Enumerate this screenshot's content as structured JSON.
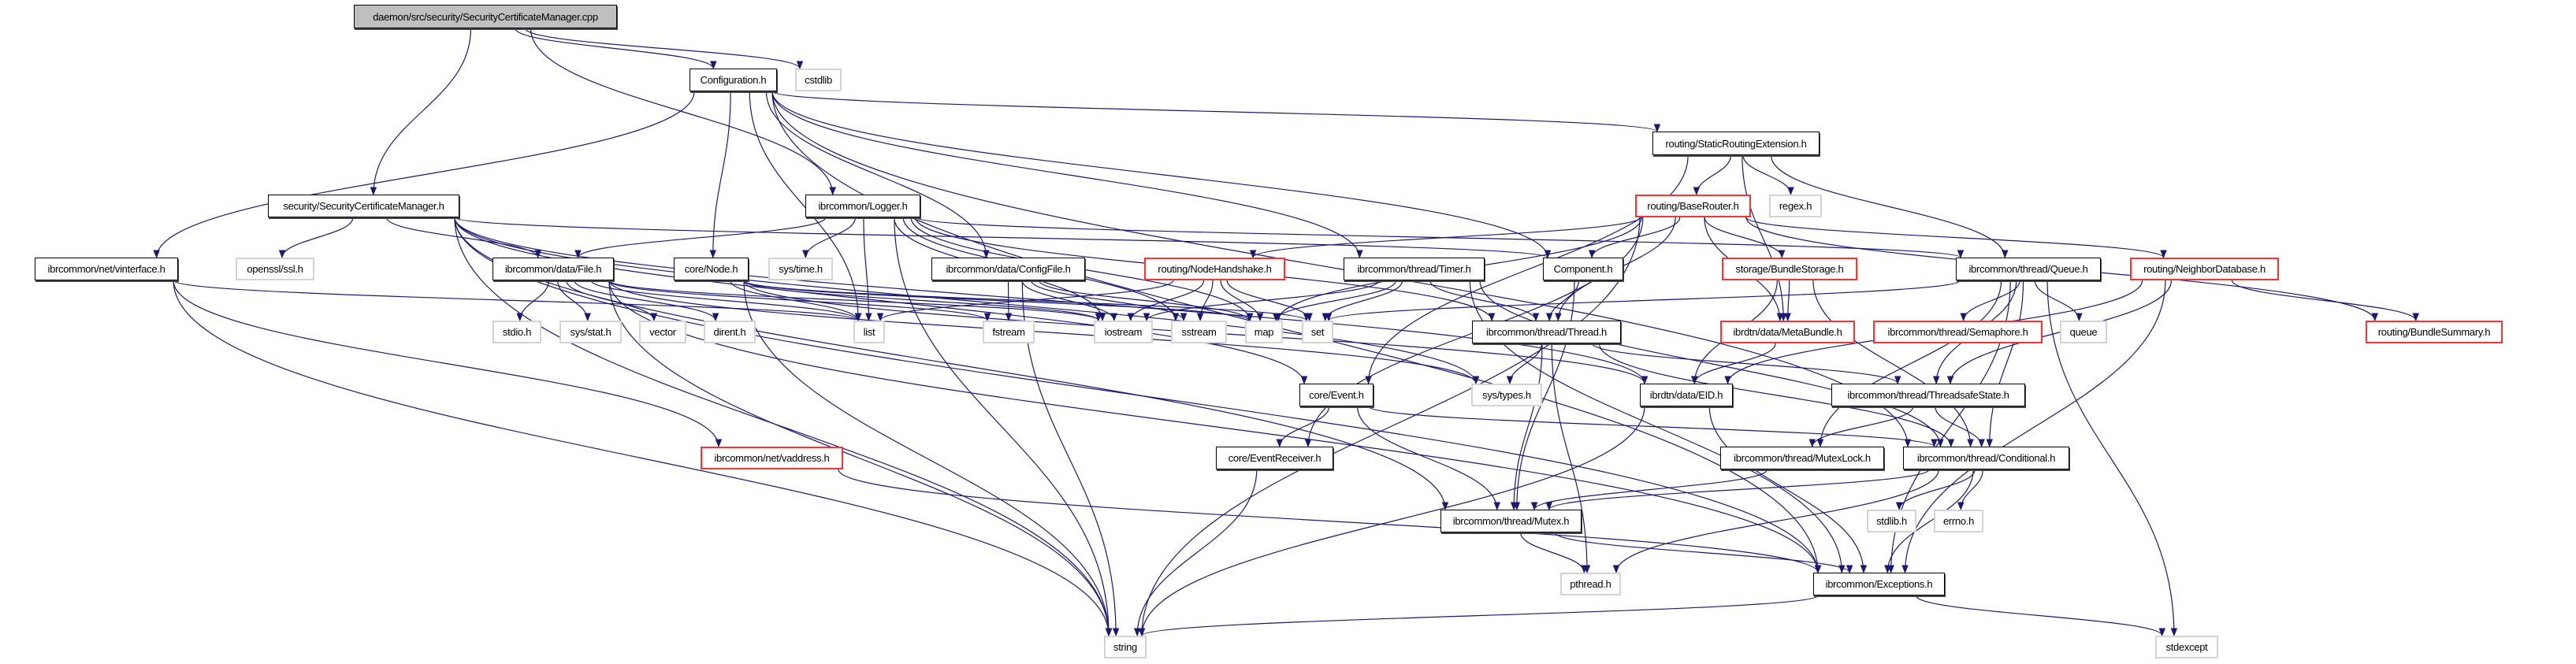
{
  "colors": {
    "edge": "#191970",
    "root_fill": "#bfbfbf",
    "truncated_border": "#ff3030",
    "external_border": "#d3d3d3"
  },
  "nodes": [
    {
      "id": "cpp",
      "label": "daemon/src/security/SecurityCertificateManager.cpp",
      "style": "root"
    },
    {
      "id": "cfg",
      "label": "Configuration.h",
      "style": "normal"
    },
    {
      "id": "cstdlib",
      "label": "cstdlib",
      "style": "external"
    },
    {
      "id": "sre",
      "label": "routing/StaticRoutingExtension.h",
      "style": "normal"
    },
    {
      "id": "scm",
      "label": "security/SecurityCertificateManager.h",
      "style": "normal"
    },
    {
      "id": "logger",
      "label": "ibrcommon/Logger.h",
      "style": "normal"
    },
    {
      "id": "baserouter",
      "label": "routing/BaseRouter.h",
      "style": "truncated"
    },
    {
      "id": "regex",
      "label": "regex.h",
      "style": "external"
    },
    {
      "id": "vinterface",
      "label": "ibrcommon/net/vinterface.h",
      "style": "normal"
    },
    {
      "id": "ssl",
      "label": "openssl/ssl.h",
      "style": "external"
    },
    {
      "id": "file",
      "label": "ibrcommon/data/File.h",
      "style": "normal"
    },
    {
      "id": "node",
      "label": "core/Node.h",
      "style": "normal"
    },
    {
      "id": "systime",
      "label": "sys/time.h",
      "style": "external"
    },
    {
      "id": "configfile",
      "label": "ibrcommon/data/ConfigFile.h",
      "style": "normal"
    },
    {
      "id": "nodehandshake",
      "label": "routing/NodeHandshake.h",
      "style": "truncated"
    },
    {
      "id": "timer",
      "label": "ibrcommon/thread/Timer.h",
      "style": "normal"
    },
    {
      "id": "component",
      "label": "Component.h",
      "style": "normal"
    },
    {
      "id": "bundlestorage",
      "label": "storage/BundleStorage.h",
      "style": "truncated"
    },
    {
      "id": "queue",
      "label": "ibrcommon/thread/Queue.h",
      "style": "normal"
    },
    {
      "id": "neighbordb",
      "label": "routing/NeighborDatabase.h",
      "style": "truncated"
    },
    {
      "id": "stdio",
      "label": "stdio.h",
      "style": "external"
    },
    {
      "id": "sysstat",
      "label": "sys/stat.h",
      "style": "external"
    },
    {
      "id": "vector",
      "label": "vector",
      "style": "external"
    },
    {
      "id": "dirent",
      "label": "dirent.h",
      "style": "external"
    },
    {
      "id": "list",
      "label": "list",
      "style": "external"
    },
    {
      "id": "fstream",
      "label": "fstream",
      "style": "external"
    },
    {
      "id": "iostream",
      "label": "iostream",
      "style": "external"
    },
    {
      "id": "sstream",
      "label": "sstream",
      "style": "external"
    },
    {
      "id": "map",
      "label": "map",
      "style": "external"
    },
    {
      "id": "set",
      "label": "set",
      "style": "external"
    },
    {
      "id": "thread",
      "label": "ibrcommon/thread/Thread.h",
      "style": "normal"
    },
    {
      "id": "metabundle",
      "label": "ibrdtn/data/MetaBundle.h",
      "style": "truncated"
    },
    {
      "id": "semaphore",
      "label": "ibrcommon/thread/Semaphore.h",
      "style": "truncated"
    },
    {
      "id": "queuestd",
      "label": "queue",
      "style": "external"
    },
    {
      "id": "bundlesummary",
      "label": "routing/BundleSummary.h",
      "style": "truncated"
    },
    {
      "id": "event",
      "label": "core/Event.h",
      "style": "normal"
    },
    {
      "id": "systypes",
      "label": "sys/types.h",
      "style": "external"
    },
    {
      "id": "eid",
      "label": "ibrdtn/data/EID.h",
      "style": "normal"
    },
    {
      "id": "tss",
      "label": "ibrcommon/thread/ThreadsafeState.h",
      "style": "normal"
    },
    {
      "id": "vaddress",
      "label": "ibrcommon/net/vaddress.h",
      "style": "truncated"
    },
    {
      "id": "eventreceiver",
      "label": "core/EventReceiver.h",
      "style": "normal"
    },
    {
      "id": "mutexlock",
      "label": "ibrcommon/thread/MutexLock.h",
      "style": "normal"
    },
    {
      "id": "conditional",
      "label": "ibrcommon/thread/Conditional.h",
      "style": "normal"
    },
    {
      "id": "mutex",
      "label": "ibrcommon/thread/Mutex.h",
      "style": "normal"
    },
    {
      "id": "stdlib",
      "label": "stdlib.h",
      "style": "external"
    },
    {
      "id": "errno",
      "label": "errno.h",
      "style": "external"
    },
    {
      "id": "pthread",
      "label": "pthread.h",
      "style": "external"
    },
    {
      "id": "exceptions",
      "label": "ibrcommon/Exceptions.h",
      "style": "normal"
    },
    {
      "id": "string",
      "label": "string",
      "style": "external"
    },
    {
      "id": "stdexcept",
      "label": "stdexcept",
      "style": "external"
    }
  ],
  "edges": [
    [
      "cpp",
      "scm"
    ],
    [
      "cpp",
      "cfg"
    ],
    [
      "cpp",
      "cstdlib"
    ],
    [
      "cpp",
      "logger"
    ],
    [
      "cfg",
      "vinterface"
    ],
    [
      "cfg",
      "list"
    ],
    [
      "cfg",
      "node"
    ],
    [
      "cfg",
      "configfile"
    ],
    [
      "cfg",
      "timer"
    ],
    [
      "cfg",
      "sre"
    ],
    [
      "cfg",
      "component"
    ],
    [
      "cfg",
      "exceptions"
    ],
    [
      "cfg",
      "conditional"
    ],
    [
      "scm",
      "string"
    ],
    [
      "scm",
      "ssl"
    ],
    [
      "scm",
      "file"
    ],
    [
      "scm",
      "component"
    ],
    [
      "scm",
      "systypes"
    ],
    [
      "scm",
      "eid"
    ],
    [
      "scm",
      "mutex"
    ],
    [
      "scm",
      "exceptions"
    ],
    [
      "scm",
      "event"
    ],
    [
      "sre",
      "baserouter"
    ],
    [
      "sre",
      "regex"
    ],
    [
      "sre",
      "queue"
    ],
    [
      "sre",
      "metabundle"
    ],
    [
      "sre",
      "event"
    ],
    [
      "baserouter",
      "nodehandshake"
    ],
    [
      "baserouter",
      "map"
    ],
    [
      "baserouter",
      "component"
    ],
    [
      "baserouter",
      "thread"
    ],
    [
      "baserouter",
      "eventreceiver"
    ],
    [
      "baserouter",
      "bundlestorage"
    ],
    [
      "baserouter",
      "metabundle"
    ],
    [
      "baserouter",
      "neighbordb"
    ],
    [
      "baserouter",
      "bundlesummary"
    ],
    [
      "baserouter",
      "string"
    ],
    [
      "logger",
      "file"
    ],
    [
      "logger",
      "systime"
    ],
    [
      "logger",
      "list"
    ],
    [
      "logger",
      "iostream"
    ],
    [
      "logger",
      "sstream"
    ],
    [
      "logger",
      "string"
    ],
    [
      "logger",
      "queue"
    ],
    [
      "logger",
      "thread"
    ],
    [
      "logger",
      "map"
    ],
    [
      "vinterface",
      "vaddress"
    ],
    [
      "vinterface",
      "string"
    ],
    [
      "vinterface",
      "list"
    ],
    [
      "file",
      "stdio"
    ],
    [
      "file",
      "sysstat"
    ],
    [
      "file",
      "vector"
    ],
    [
      "file",
      "dirent"
    ],
    [
      "file",
      "list"
    ],
    [
      "file",
      "iostream"
    ],
    [
      "file",
      "fstream"
    ],
    [
      "file",
      "string"
    ],
    [
      "file",
      "exceptions"
    ],
    [
      "file",
      "systypes"
    ],
    [
      "node",
      "list"
    ],
    [
      "node",
      "iostream"
    ],
    [
      "node",
      "map"
    ],
    [
      "node",
      "set"
    ],
    [
      "node",
      "eid"
    ],
    [
      "node",
      "string"
    ],
    [
      "configfile",
      "fstream"
    ],
    [
      "configfile",
      "iostream"
    ],
    [
      "configfile",
      "sstream"
    ],
    [
      "configfile",
      "map"
    ],
    [
      "configfile",
      "string"
    ],
    [
      "nodehandshake",
      "list"
    ],
    [
      "nodehandshake",
      "iostream"
    ],
    [
      "nodehandshake",
      "sstream"
    ],
    [
      "nodehandshake",
      "map"
    ],
    [
      "nodehandshake",
      "set"
    ],
    [
      "timer",
      "thread"
    ],
    [
      "timer",
      "set"
    ],
    [
      "timer",
      "map"
    ],
    [
      "timer",
      "iostream"
    ],
    [
      "timer",
      "conditional"
    ],
    [
      "timer",
      "exceptions"
    ],
    [
      "component",
      "thread"
    ],
    [
      "component",
      "mutex"
    ],
    [
      "bundlestorage",
      "metabundle"
    ],
    [
      "bundlestorage",
      "eid"
    ],
    [
      "bundlestorage",
      "conditional"
    ],
    [
      "queue",
      "semaphore"
    ],
    [
      "queue",
      "queuestd"
    ],
    [
      "queue",
      "conditional"
    ],
    [
      "queue",
      "mutexlock"
    ],
    [
      "queue",
      "exceptions"
    ],
    [
      "queue",
      "tss"
    ],
    [
      "queue",
      "stdexcept"
    ],
    [
      "queue",
      "set"
    ],
    [
      "neighbordb",
      "bundlesummary"
    ],
    [
      "neighbordb",
      "eid"
    ],
    [
      "neighbordb",
      "exceptions"
    ],
    [
      "neighbordb",
      "tss"
    ],
    [
      "thread",
      "systypes"
    ],
    [
      "thread",
      "mutex"
    ],
    [
      "thread",
      "pthread"
    ],
    [
      "thread",
      "conditional"
    ],
    [
      "thread",
      "tss"
    ],
    [
      "event",
      "eventreceiver"
    ],
    [
      "event",
      "mutex"
    ],
    [
      "event",
      "conditional"
    ],
    [
      "eventreceiver",
      "string"
    ],
    [
      "eid",
      "string"
    ],
    [
      "eid",
      "exceptions"
    ],
    [
      "metabundle",
      "eid"
    ],
    [
      "tss",
      "mutexlock"
    ],
    [
      "tss",
      "conditional"
    ],
    [
      "mutexlock",
      "mutex"
    ],
    [
      "conditional",
      "stdlib"
    ],
    [
      "conditional",
      "errno"
    ],
    [
      "conditional",
      "mutex"
    ],
    [
      "conditional",
      "exceptions"
    ],
    [
      "conditional",
      "pthread"
    ],
    [
      "mutex",
      "pthread"
    ],
    [
      "mutex",
      "exceptions"
    ],
    [
      "vaddress",
      "exceptions"
    ],
    [
      "exceptions",
      "string"
    ],
    [
      "exceptions",
      "stdexcept"
    ]
  ]
}
